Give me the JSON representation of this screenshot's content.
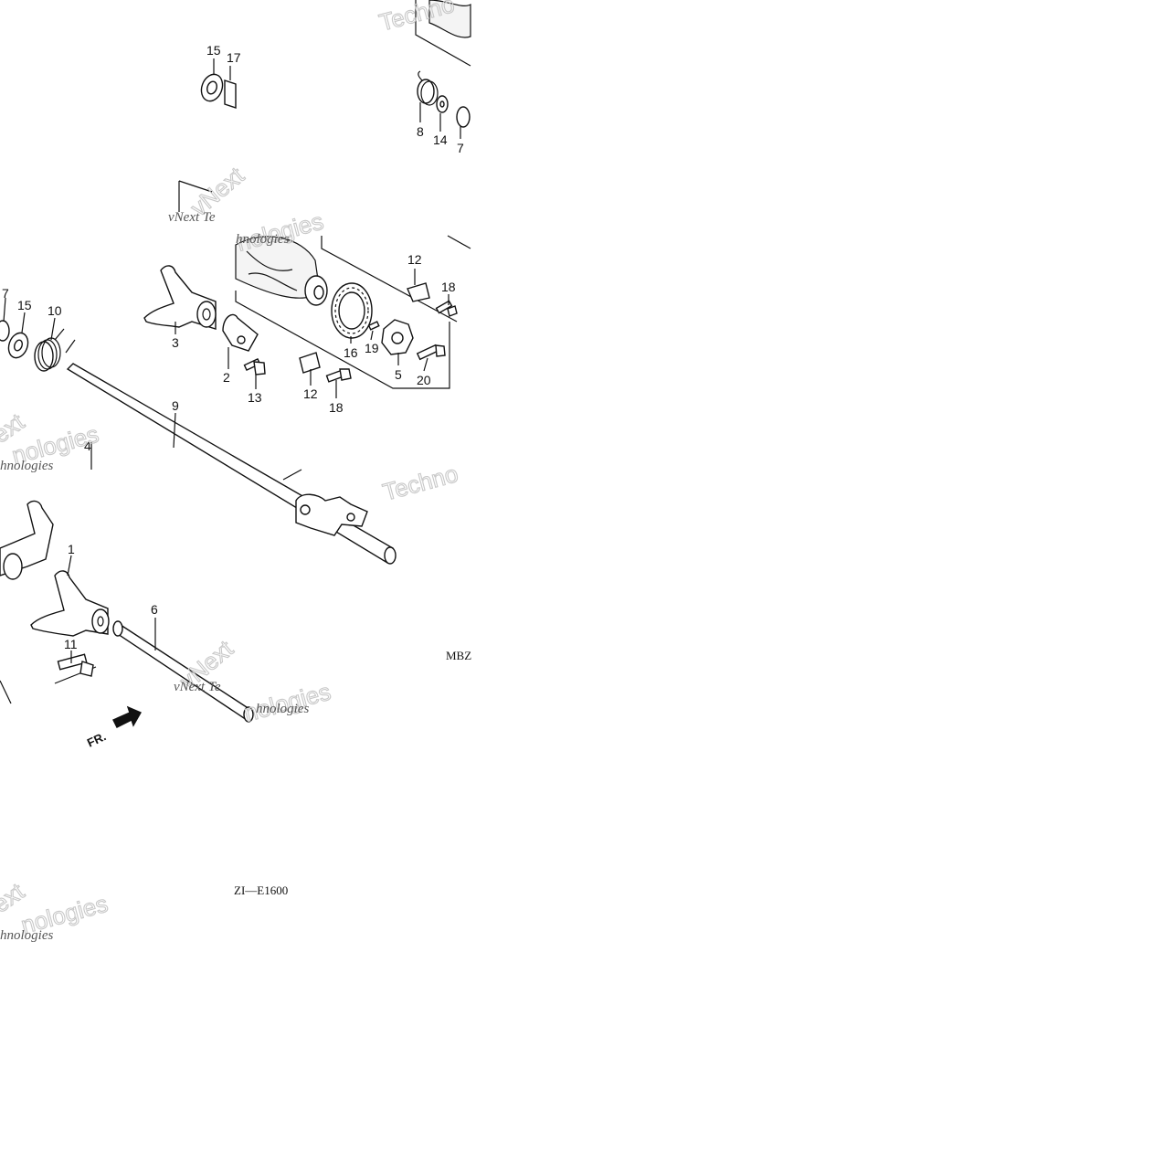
{
  "diagram": {
    "code_left": "ZI—E1600",
    "code_right": "MBZ",
    "direction_label": "FR.",
    "callouts": [
      "1",
      "2",
      "3",
      "4",
      "5",
      "6",
      "7",
      "8",
      "9",
      "10",
      "11",
      "12",
      "13",
      "14",
      "15",
      "16",
      "17",
      "18",
      "19",
      "20"
    ]
  },
  "watermark": {
    "word_1": "Techno",
    "word_2": "vNext",
    "word_3": "ext",
    "line_1": "vNext Te",
    "line_2": "nologies",
    "line_3": "hnologies"
  }
}
